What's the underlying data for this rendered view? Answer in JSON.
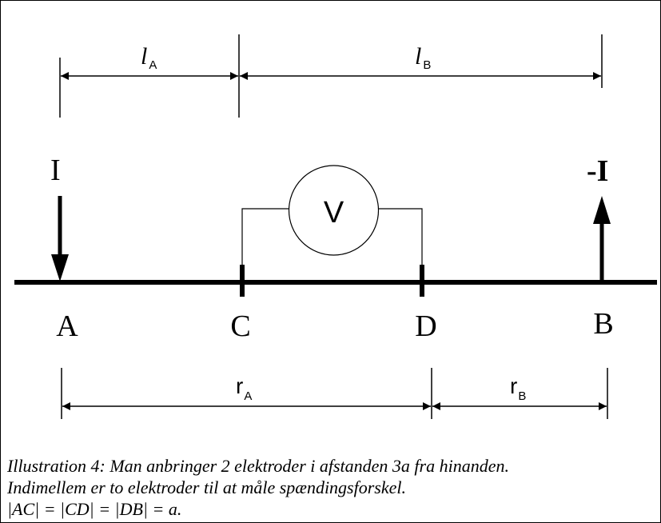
{
  "labels": {
    "current_in": "I",
    "current_out": "-I",
    "voltmeter": "V",
    "point_a": "A",
    "point_c": "C",
    "point_d": "D",
    "point_b": "B",
    "dim_l_main": "l",
    "dim_la_sub": "A",
    "dim_lb_sub": "B",
    "dim_r_main": "r",
    "dim_ra_sub": "A",
    "dim_rb_sub": "B"
  },
  "caption": {
    "line1": "Illustration 4: Man anbringer 2 elektroder i afstanden 3a fra hinanden.",
    "line2": "Indimellem er to elektroder til at måle spændingsforskel.",
    "line3": "|AC| = |CD| = |DB| = a."
  }
}
